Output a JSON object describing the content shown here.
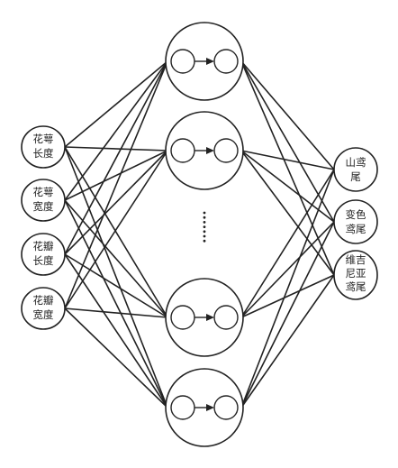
{
  "colors": {
    "stroke": "#222222",
    "background": "#ffffff"
  },
  "inputs": [
    {
      "line1": "花萼",
      "line2": "长度"
    },
    {
      "line1": "花萼",
      "line2": "宽度"
    },
    {
      "line1": "花瓣",
      "line2": "长度"
    },
    {
      "line1": "花瓣",
      "line2": "宽度"
    }
  ],
  "outputs": [
    {
      "lines": [
        "山鸢",
        "尾"
      ]
    },
    {
      "lines": [
        "变色",
        "鸢尾"
      ]
    },
    {
      "lines": [
        "维吉",
        "尼亚",
        "鸢尾"
      ]
    }
  ],
  "hidden_nodes": 4,
  "ellipsis_dots": 7
}
